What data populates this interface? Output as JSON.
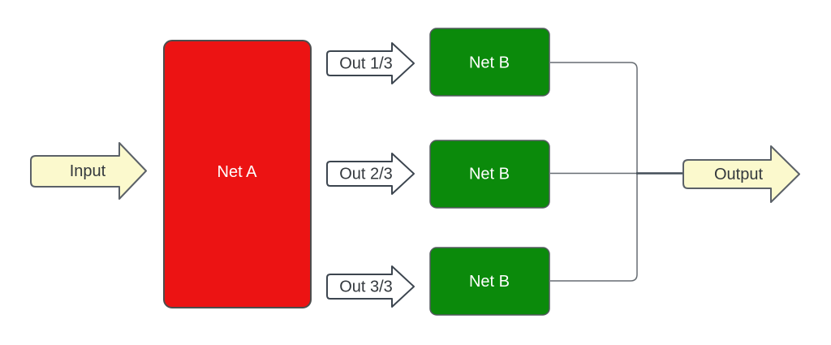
{
  "diagram": {
    "input": {
      "label": "Input"
    },
    "net_a": {
      "label": "Net A"
    },
    "branches": [
      {
        "arrow_label": "Out 1/3",
        "box_label": "Net B"
      },
      {
        "arrow_label": "Out 2/3",
        "box_label": "Net B"
      },
      {
        "arrow_label": "Out 3/3",
        "box_label": "Net B"
      }
    ],
    "output": {
      "label": "Output"
    },
    "colors": {
      "net_a_fill": "#EC1313",
      "net_b_fill": "#0B8A0B",
      "io_arrow_fill": "#FBF9CD",
      "out_arrow_fill": "#FFFFFF",
      "connector": "#666C72",
      "connector_strong": "#434E58"
    }
  }
}
